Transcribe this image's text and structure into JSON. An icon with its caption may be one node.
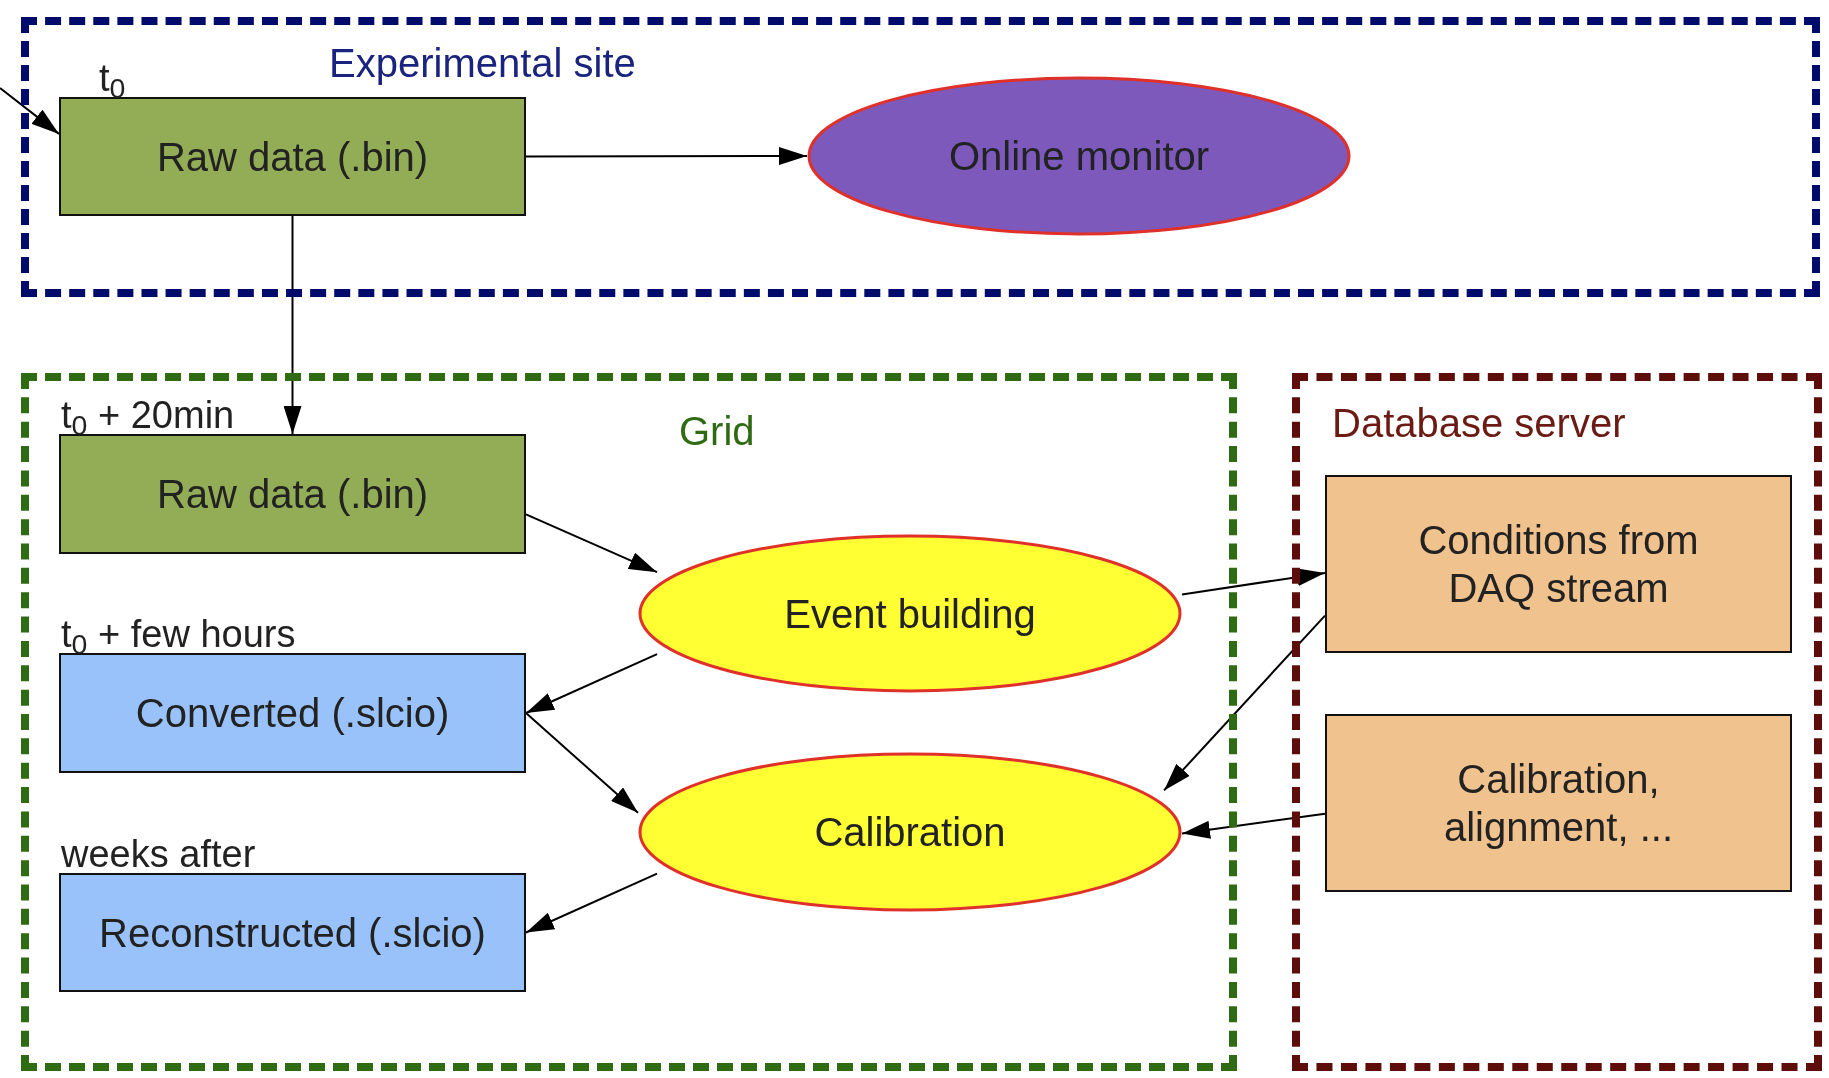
{
  "diagram": {
    "nodes": [
      {
        "text": [
          "Experimental site"
        ]
      },
      {
        "text": [
          "Raw data (.bin)"
        ],
        "in": 0,
        "beside": [
          "t$_{0}$"
        ]
      },
      {
        "text": [
          "Online monitor"
        ],
        "in": 0
      },
      {
        "text": [
          "Grid"
        ]
      },
      {
        "text": [
          "Raw data (.bin)"
        ],
        "in": 3,
        "beside": [
          "t$_{0}$ + 20min"
        ]
      },
      {
        "text": [
          "Event building"
        ],
        "in": 3
      },
      {
        "text": [
          "Converted (.slcio)"
        ],
        "in": 3,
        "beside": [
          "t$_{0}$ + few hours"
        ]
      },
      {
        "text": [
          "Calibration"
        ],
        "in": 3
      },
      {
        "text": [
          "Reconstructed (.slcio)"
        ],
        "in": 3,
        "beside": [
          "weeks after"
        ]
      },
      {
        "text": [
          "Database server"
        ]
      },
      {
        "text": [
          "Conditions from DAQ stream"
        ],
        "in": 9
      },
      {
        "text": [
          "Calibration, alignment, ..."
        ],
        "in": 9
      }
    ],
    "edges": [
      {
        "from": null,
        "to": 1,
        "arrow": "to"
      },
      {
        "from": 1,
        "to": 2,
        "arrow": "to"
      },
      {
        "from": 1,
        "to": 4,
        "arrow": "to"
      },
      {
        "from": 4,
        "to": 5,
        "arrow": "to"
      },
      {
        "from": 5,
        "to": 6,
        "arrow": "to"
      },
      {
        "from": 5,
        "to": 10,
        "arrow": "to"
      },
      {
        "from": 6,
        "to": 7,
        "arrow": "to"
      },
      {
        "from": 10,
        "to": 7,
        "arrow": "to"
      },
      {
        "from": 11,
        "to": 7,
        "arrow": "to"
      },
      {
        "from": 7,
        "to": 8,
        "arrow": "to"
      }
    ]
  }
}
